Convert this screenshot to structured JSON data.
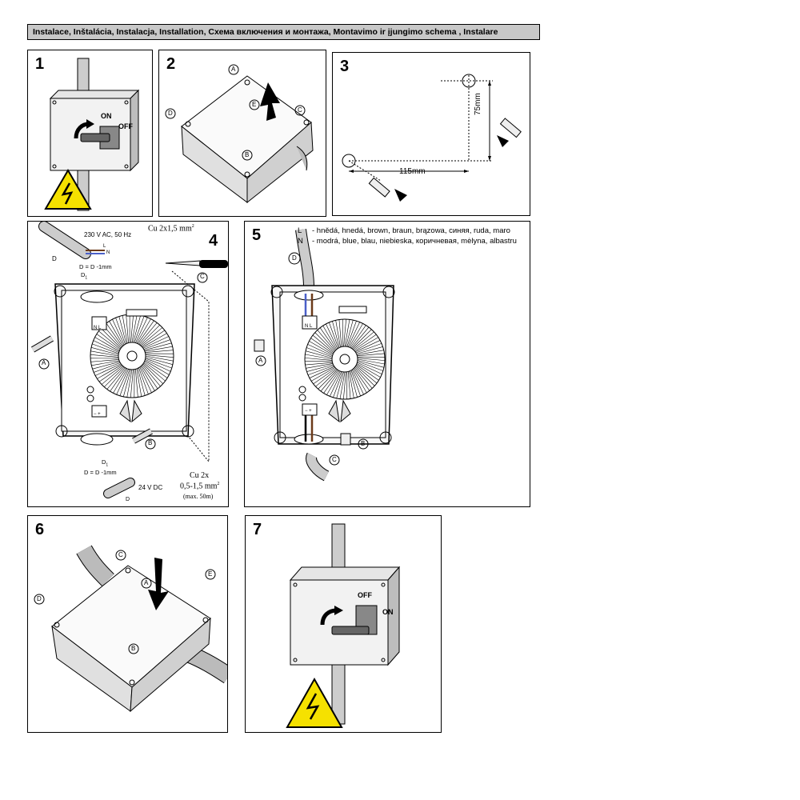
{
  "header": {
    "title": "Instalace, Inštalácia, Instalacja, Installation, Схема включения и монтажа, Montavimo ir įjungimo schema , Instalare"
  },
  "panels": [
    {
      "number": "1",
      "labels": {
        "on": "ON",
        "off": "OFF"
      }
    },
    {
      "number": "2",
      "callouts": {
        "a": "A",
        "b": "B",
        "c": "C",
        "d": "D",
        "e": "E"
      }
    },
    {
      "number": "3",
      "dimensions": {
        "horizontal": "115mm",
        "vertical": "75mm"
      }
    },
    {
      "number": "4",
      "texts": {
        "ac": "230 V AC, 50 Hz",
        "cu_top": "Cu 2x1,5 mm",
        "sup2": "2",
        "l": "L",
        "n": "N",
        "d": "D",
        "d1": "D",
        "d1_sub": "1",
        "d1_rule_top": "D = D -1mm",
        "d1_rule_bottom": "D = D -1mm",
        "dc": "24 V DC",
        "cu_bottom_1": "Cu 2x",
        "cu_bottom_2": "0,5-1,5 mm",
        "cu_bottom_3": "(max. 50m)",
        "term_top": "N  L",
        "term_bottom": "−  +"
      },
      "callouts": {
        "a": "A",
        "b": "B",
        "c": "C"
      }
    },
    {
      "number": "5",
      "callouts": {
        "a": "A",
        "b": "B",
        "c": "C",
        "d": "D"
      },
      "term_top": "N  L",
      "term_bottom": "−  +"
    },
    {
      "number": "6",
      "callouts": {
        "a": "A",
        "b": "B",
        "c": "C",
        "d": "D",
        "e": "E"
      }
    },
    {
      "number": "7",
      "labels": {
        "on": "ON",
        "off": "OFF"
      }
    }
  ],
  "legend": [
    {
      "key": "L",
      "text": "- hnědá, hnedá, brown, braun, brązowa, синяя, ruda, maro"
    },
    {
      "key": "N",
      "text": "- modrá, blue, blau, niebieska, коричневая, mėlyna, albastru"
    }
  ],
  "colors": {
    "header_bg": "#c8c8c8",
    "warning_yellow": "#f5e100",
    "blue_wire": "#4a5fc8",
    "brown_wire": "#6b3a1a"
  }
}
